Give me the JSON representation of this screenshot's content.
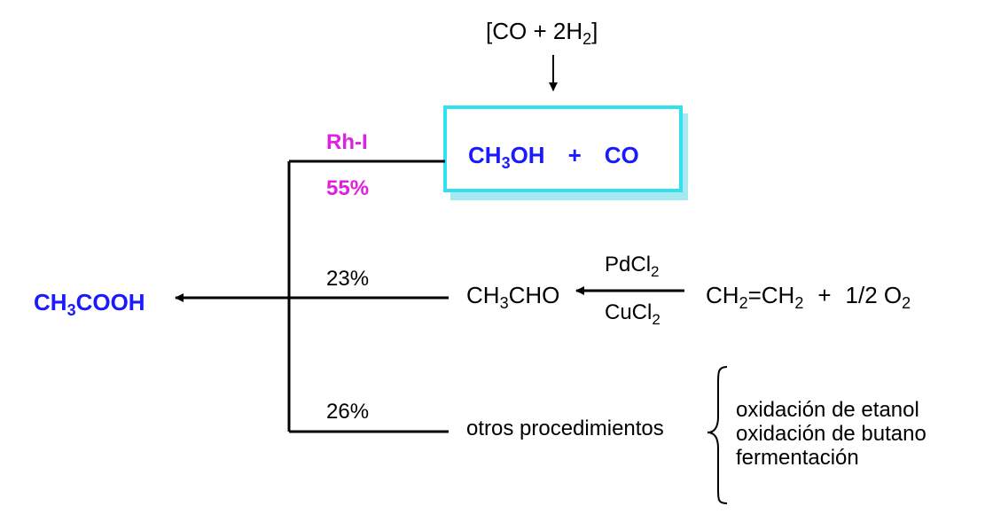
{
  "colors": {
    "product": "#1a1aff",
    "catalyst": "#e020e0",
    "box_border": "#33e0f0",
    "box_shadow": "#a8e8f0",
    "line": "#000000"
  },
  "feed": {
    "open": "[CO  +  2H",
    "sub": "2",
    "close": "]"
  },
  "methanol_route": {
    "reactant_a": "CH",
    "reactant_a_sub": "3",
    "reactant_a_tail": "OH",
    "plus": "+",
    "reactant_b": "CO",
    "catalyst": "Rh-I",
    "share": "55%"
  },
  "product": {
    "prefix": "CH",
    "sub": "3",
    "suffix": "COOH"
  },
  "acetaldehyde_route": {
    "share": "23%",
    "intermediate_prefix": "CH",
    "intermediate_sub": "3",
    "intermediate_suffix": "CHO",
    "catalyst_top": "PdCl",
    "catalyst_top_sub": "2",
    "catalyst_bottom": "CuCl",
    "catalyst_bottom_sub": "2",
    "feed_a": "CH",
    "feed_a_sub": "2",
    "feed_a_mid": "=CH",
    "feed_a_sub2": "2",
    "feed_plus": "+",
    "feed_b": "1/2 O",
    "feed_b_sub": "2"
  },
  "other_route": {
    "share": "26%",
    "label": "otros procedimientos",
    "options": [
      "oxidación de etanol",
      "oxidación de butano",
      "fermentación"
    ]
  }
}
